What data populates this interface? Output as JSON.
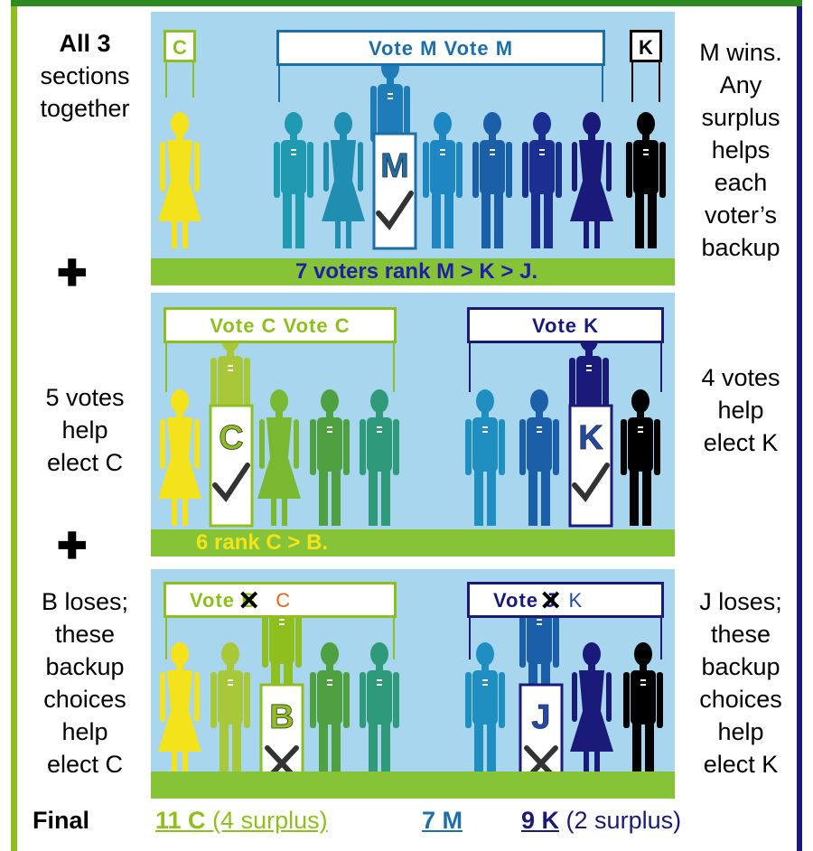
{
  "left_captions": {
    "top_title": "All 3",
    "top_rest": [
      "sections",
      "together"
    ],
    "middle": [
      "5 votes",
      "help",
      "elect C"
    ],
    "bottom": [
      "B loses;",
      "these",
      "backup",
      "choices",
      "help",
      "elect C"
    ]
  },
  "right_captions": {
    "top": [
      "M wins.",
      "Any",
      "surplus",
      "helps",
      "each",
      "voter’s",
      "backup"
    ],
    "middle": [
      "4 votes",
      "help",
      "elect K"
    ],
    "bottom": [
      "J loses;",
      "these",
      "backup",
      "choices",
      "help",
      "elect K"
    ]
  },
  "plus_symbol": "✚",
  "panel_top": {
    "left_box": "C",
    "header": "Vote M   Vote M",
    "right_box": "K",
    "podium_letter": "M",
    "footer": "7 voters rank M > K > J."
  },
  "panel_middle": {
    "header_left": "Vote C   Vote C",
    "header_right": "Vote K",
    "podium_left": "C",
    "podium_right": "K",
    "footer": "6 rank C > B."
  },
  "panel_bottom": {
    "header_left_word": "Vote",
    "header_left_struck": "B",
    "header_left_new": "C",
    "header_right_word": "Vote",
    "header_right_struck": "J",
    "header_right_new": "K",
    "podium_left": "B",
    "podium_right": "J"
  },
  "final_row": {
    "label": "Final",
    "c_count": "11 C",
    "c_note": "(4 surplus)",
    "m_count": "7 M",
    "k_count": "9 K",
    "k_note": "(2 surplus)"
  },
  "colors": {
    "sky": "#a9d6ef",
    "grass": "#86c337",
    "green_frame": "#8fbf1f",
    "navy_frame": "#1a1a7a",
    "yellow": "#f4e31a",
    "c_green": "#8fbf1f",
    "navy_text": "#1f1fa8",
    "orange": "#e0681a",
    "k_blue": "#1f4aa8",
    "m_blue": "#1e6fa8"
  }
}
